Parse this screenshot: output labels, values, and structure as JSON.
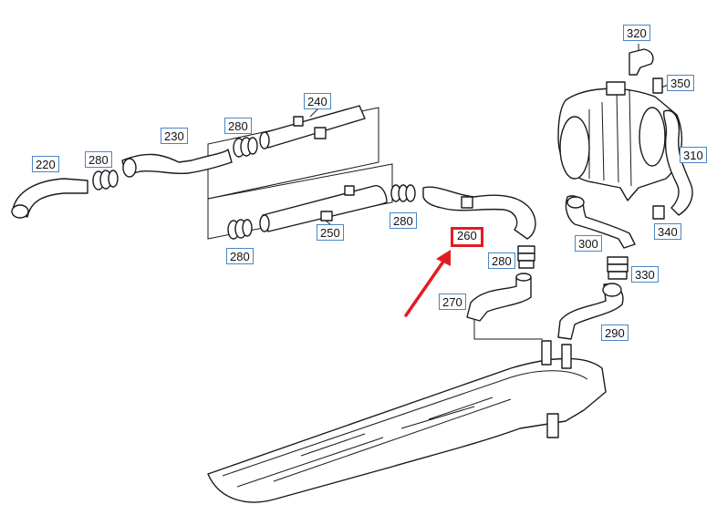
{
  "diagram": {
    "highlight_color": "#e31b23",
    "label_border_color": "#4a86c5",
    "highlighted_part": "260",
    "labels": [
      {
        "id": "220",
        "text": "220"
      },
      {
        "id": "280a",
        "text": "280"
      },
      {
        "id": "230",
        "text": "230"
      },
      {
        "id": "280b",
        "text": "280"
      },
      {
        "id": "240",
        "text": "240"
      },
      {
        "id": "280c",
        "text": "280"
      },
      {
        "id": "250",
        "text": "250"
      },
      {
        "id": "280d",
        "text": "280"
      },
      {
        "id": "260",
        "text": "260"
      },
      {
        "id": "280e",
        "text": "280"
      },
      {
        "id": "270",
        "text": "270"
      },
      {
        "id": "320",
        "text": "320"
      },
      {
        "id": "350",
        "text": "350"
      },
      {
        "id": "310",
        "text": "310"
      },
      {
        "id": "300",
        "text": "300"
      },
      {
        "id": "340",
        "text": "340"
      },
      {
        "id": "330",
        "text": "330"
      },
      {
        "id": "290",
        "text": "290"
      }
    ]
  }
}
